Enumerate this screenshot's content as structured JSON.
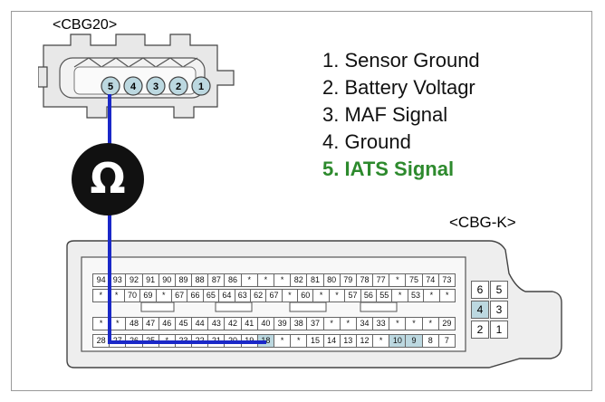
{
  "top_connector": {
    "title": "<CBG20>",
    "pins": [
      "5",
      "4",
      "3",
      "2",
      "1"
    ]
  },
  "legend": [
    {
      "text": "1. Sensor Ground",
      "highlight": false
    },
    {
      "text": "2. Battery Voltagr",
      "highlight": false
    },
    {
      "text": "3. MAF Signal",
      "highlight": false
    },
    {
      "text": "4. Ground",
      "highlight": false
    },
    {
      "text": "5. IATS Signal",
      "highlight": true
    }
  ],
  "ohmmeter": {
    "symbol": "Ω"
  },
  "ecu_connector": {
    "title": "<CBG-K>",
    "rows": [
      [
        "94",
        "93",
        "92",
        "91",
        "90",
        "89",
        "88",
        "87",
        "86",
        "*",
        "*",
        "*",
        "82",
        "81",
        "80",
        "79",
        "78",
        "77",
        "*",
        "75",
        "74",
        "73"
      ],
      [
        "*",
        "*",
        "70",
        "69",
        "*",
        "67",
        "66",
        "65",
        "64",
        "63",
        "62",
        "67",
        "*",
        "60",
        "*",
        "*",
        "57",
        "56",
        "55",
        "*",
        "53",
        "*",
        "*"
      ],
      [
        "*",
        "*",
        "48",
        "47",
        "46",
        "45",
        "44",
        "43",
        "42",
        "41",
        "40",
        "39",
        "38",
        "37",
        "*",
        "*",
        "34",
        "33",
        "*",
        "*",
        "*",
        "29"
      ],
      [
        "28",
        "27",
        "26",
        "25",
        "*",
        "23",
        "22",
        "21",
        "20",
        "19",
        "18",
        "*",
        "*",
        "15",
        "14",
        "13",
        "12",
        "*",
        "10",
        "9",
        "8",
        "7"
      ]
    ],
    "right_block": [
      [
        "6",
        "5"
      ],
      [
        "4",
        "3"
      ],
      [
        "2",
        "1"
      ]
    ]
  },
  "colors": {
    "wire": "#1a28c8",
    "highlight_pin": "#bcd8e0",
    "legend_highlight": "#2d8a2d"
  }
}
